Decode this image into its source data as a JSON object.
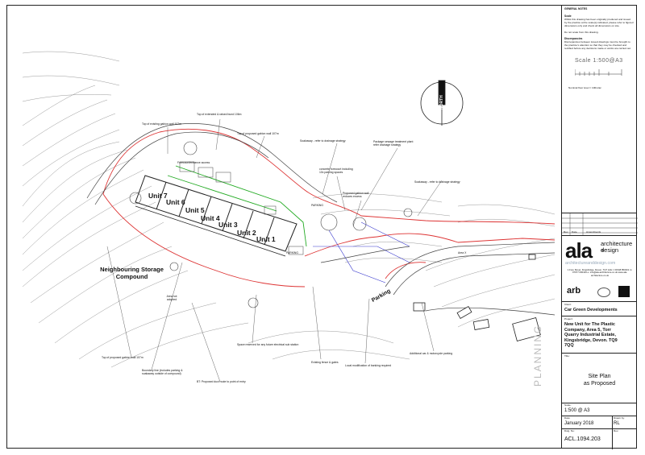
{
  "units": [
    "Unit 7",
    "Unit 6",
    "Unit 5",
    "Unit 4",
    "Unit 3",
    "Unit 2",
    "Unit 1"
  ],
  "compound_label": "Neighbouring Storage Compound",
  "parking_label": "Parking",
  "parking_small": "PARKING",
  "north_label": "NORTH",
  "annotations": {
    "top_extended_bund": "Top of extended & raised bund 106m",
    "top_existing_gabion": "Top of existing gabion wall 107m",
    "top_proposed_gabion": "Top of proposed gabion wall 107m",
    "forecourt": "Forecourt/entrance access",
    "soakaway_1": "Soakaway - refer to drainage strategy",
    "package_sewage": "Package sewage treatment plant refer drainage strategy",
    "concrete_forecourt": "concrete forecourt including 10x parking spaces",
    "soakaway_2": "Soakaway - refer to drainage strategy",
    "proposed_gabion": "Proposed gabion wall reduces excess",
    "parking_bay": "PARKING",
    "area_not_adopted": "Area not adopted",
    "area_x": "Area X",
    "top_proposed_gabion_2": "Top of proposed gabion wall 107m",
    "boundary_line": "Boundary line (includes parking & soakaway outside of compound)",
    "space_reserved": "Space reserved for any future electrical sub station",
    "existing_fence": "Existing fence & gates",
    "local_modification": "Local modification of banking required",
    "additional_parking": "Additional car & motorcycle parking",
    "bt_route": "BT: Proposed duct route to point of entry"
  },
  "title_block": {
    "general_notes_head": "GENERAL NOTES",
    "scale_head": "Scale",
    "scale_text": "Whilst this drawing has been originally produced and issued by the practice at the scale(s) indicated, please refer to figured dimensions only and check all dimensions on site.",
    "do_not_scale": "Do not scale from this drawing.",
    "discrepancies_head": "Discrepancies",
    "discrepancies_text": "Discrepancies between issued drawings must be brought to the practice's attention so that they may be checked and rectified before any decisions made or works are carried out.",
    "scale_label": "Scale 1:500@A3",
    "nominal": "Nominal floor level = 100m/ac",
    "rev_col": "Rev",
    "date_col": "Date",
    "amend_col": "Amendments",
    "firm_logo": "ala",
    "firm_name_1": "architecture +",
    "firm_name_2": "design",
    "firm_link": "architectureanddesign.com",
    "firm_address": "1 Fore Street, Kingsbridge, Devon, TQ7 1AH t: 01548 853201 m: 07977 000410 e: info@ala-architecture.co.uk www.ala-architecture.co.uk",
    "client_head": "Client:",
    "client": "Car Green Developments",
    "project_head": "Project:",
    "project": "New Unit for The Plastic Company, Area 5, Torr Quarry Industrial Estate, Kingsbridge, Devon. TQ9 7QQ",
    "title_head": "Title:",
    "drawing_title_1": "Site Plan",
    "drawing_title_2": "as Proposed",
    "scale_head_2": "Scale:",
    "scale_value": "1:500 @ A3",
    "date_head": "Date:",
    "date_value": "January 2018",
    "drawn_head": "Drawn by:",
    "drawn_value": "RL",
    "dwg_head": "Dwg. No:",
    "dwg_value": "ACL.1094.203",
    "rev_head": "Rev.",
    "planning": "PLANNING"
  },
  "colors": {
    "boundary_red": "#d33",
    "gabion_green": "#2a2",
    "drain_blue": "#33c",
    "line": "#222",
    "contour": "#999"
  }
}
